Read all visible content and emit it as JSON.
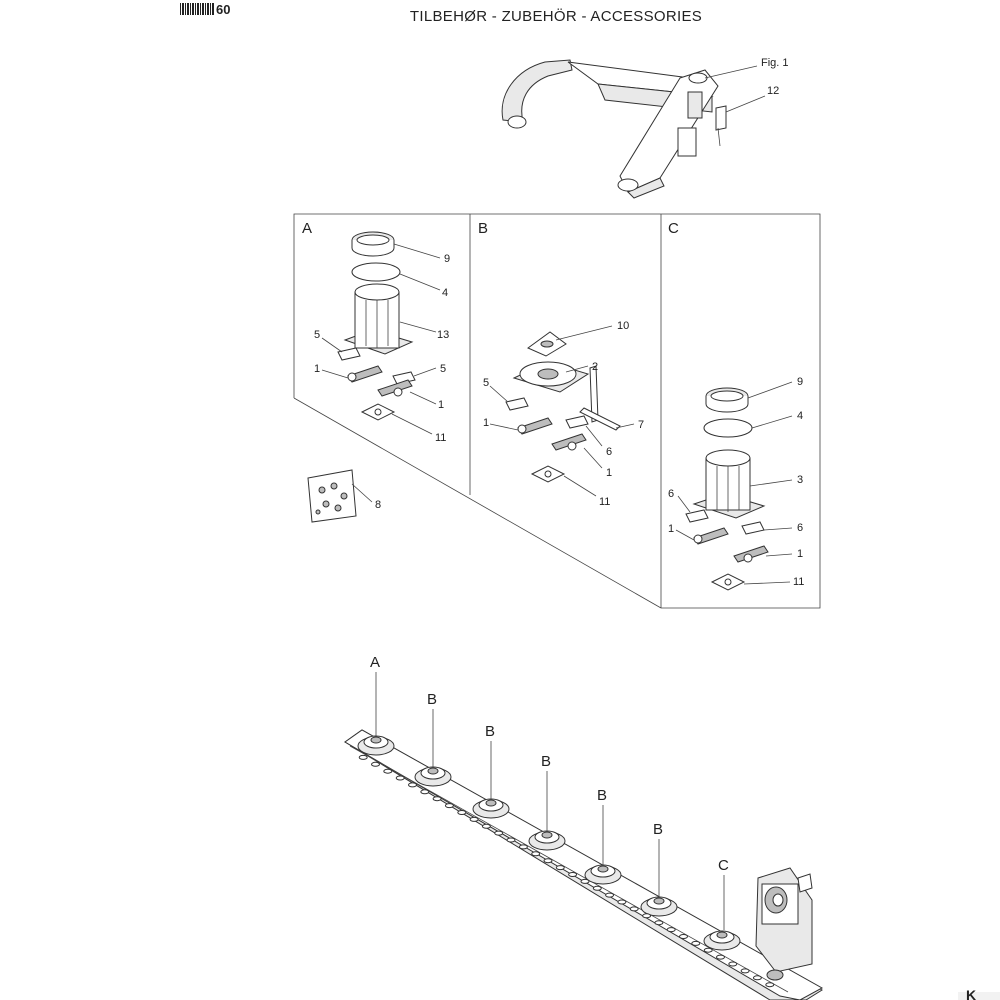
{
  "header": {
    "page_code": "60",
    "title": "TILBEHØR - ZUBEHÖR - ACCESSORIES"
  },
  "figure_label": "Fig. 1",
  "top_callouts": [
    "12"
  ],
  "panels": [
    {
      "id": "A",
      "callouts": [
        "9",
        "4",
        "13",
        "5",
        "1",
        "5",
        "1",
        "11",
        "8"
      ]
    },
    {
      "id": "B",
      "callouts": [
        "10",
        "2",
        "5",
        "7",
        "1",
        "6",
        "1",
        "11"
      ]
    },
    {
      "id": "C",
      "callouts": [
        "9",
        "4",
        "3",
        "6",
        "1",
        "6",
        "1",
        "11"
      ]
    }
  ],
  "bar_positions": [
    "A",
    "B",
    "B",
    "B",
    "B",
    "B",
    "C"
  ],
  "logo_letter": "K"
}
